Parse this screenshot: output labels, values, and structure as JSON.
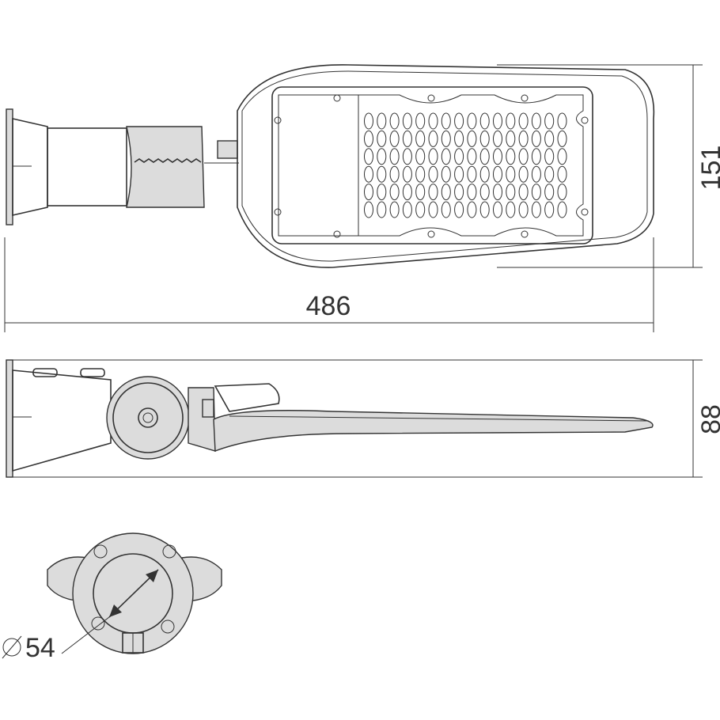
{
  "dimensions": {
    "length": "486",
    "width": "151",
    "height": "88",
    "diameter_symbol": "∅",
    "diameter": "54"
  },
  "led_grid": {
    "columns": 16,
    "rows": 6
  }
}
